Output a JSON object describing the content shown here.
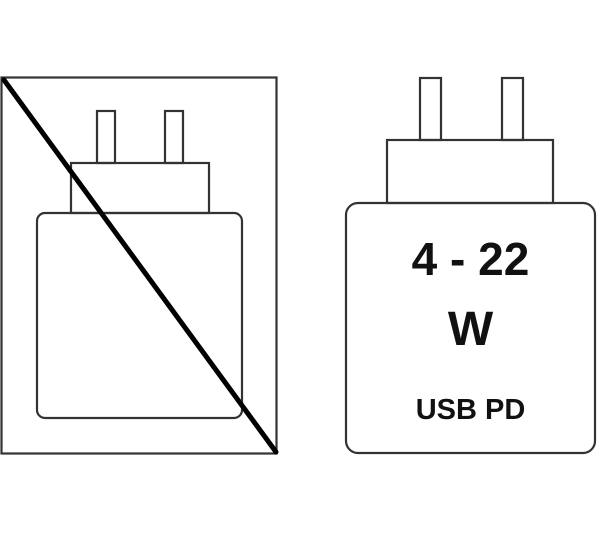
{
  "left_panel": {
    "icon": "charger-not-included-icon",
    "stroke_color": "#333333",
    "slash_color": "#000000"
  },
  "right_panel": {
    "icon": "usb-charger-icon",
    "stroke_color": "#333333",
    "power_range": "4 - 22",
    "power_unit": "W",
    "standard": "USB PD"
  }
}
